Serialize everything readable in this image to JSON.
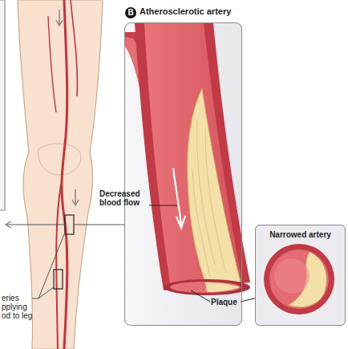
{
  "diagram": {
    "nodes": [
      {
        "text": [
          "B"
        ]
      },
      {
        "text": [
          "Atherosclerotic artery"
        ]
      },
      {
        "text": [
          "Narrowed artery"
        ]
      }
    ],
    "labels": [
      "Decreased blood flow",
      "Plaque",
      "eries pplying od to leg"
    ]
  }
}
